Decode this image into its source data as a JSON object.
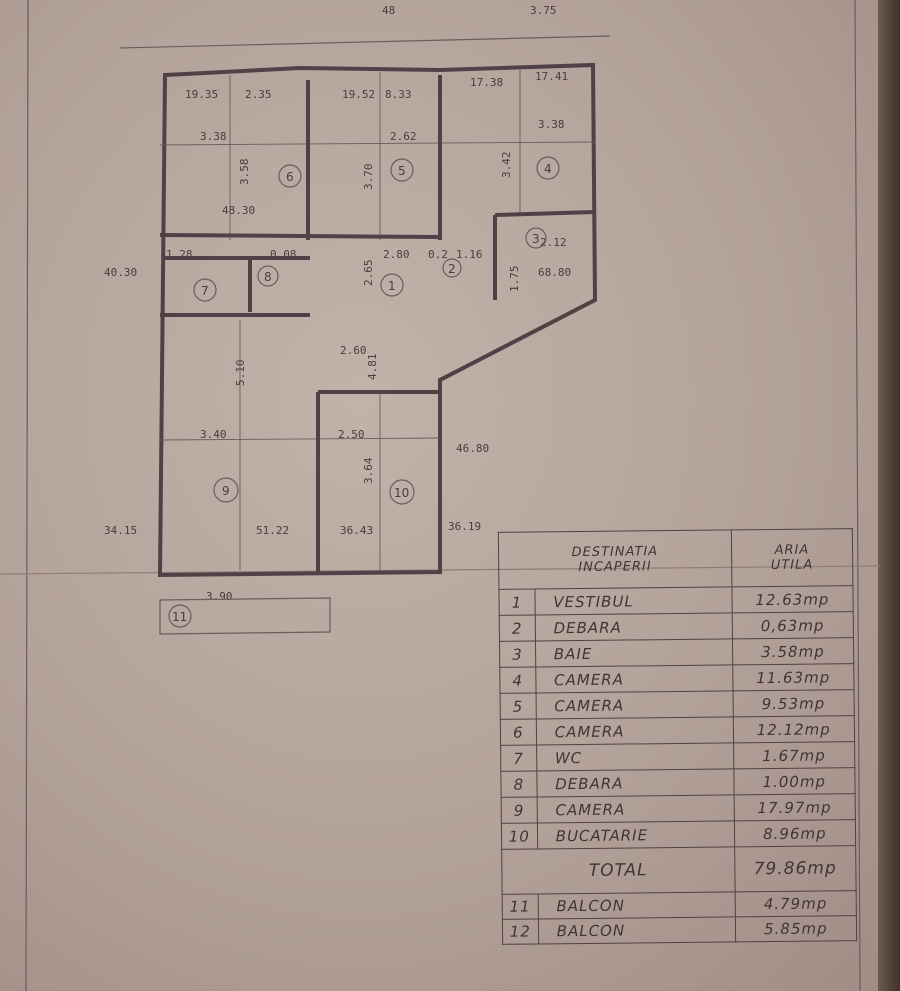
{
  "table": {
    "header": {
      "destination_line1": "DESTINATIA",
      "destination_line2": "INCAPERII",
      "area_line1": "ARIA",
      "area_line2": "UTILA"
    },
    "rooms": [
      {
        "no": "1",
        "name": "VESTIBUL",
        "area": "12.63mp"
      },
      {
        "no": "2",
        "name": "DEBARA",
        "area": "0,63mp"
      },
      {
        "no": "3",
        "name": "BAIE",
        "area": "3.58mp"
      },
      {
        "no": "4",
        "name": "CAMERA",
        "area": "11.63mp"
      },
      {
        "no": "5",
        "name": "CAMERA",
        "area": "9.53mp"
      },
      {
        "no": "6",
        "name": "CAMERA",
        "area": "12.12mp"
      },
      {
        "no": "7",
        "name": "WC",
        "area": "1.67mp"
      },
      {
        "no": "8",
        "name": "DEBARA",
        "area": "1.00mp"
      },
      {
        "no": "9",
        "name": "CAMERA",
        "area": "17.97mp"
      },
      {
        "no": "10",
        "name": "BUCATARIE",
        "area": "8.96mp"
      }
    ],
    "total_label": "TOTAL",
    "total_area": "79.86mp",
    "balconies": [
      {
        "no": "11",
        "name": "BALCON",
        "area": "4.79mp"
      },
      {
        "no": "12",
        "name": "BALCON",
        "area": "5.85mp"
      }
    ]
  },
  "plan": {
    "room_numbers": [
      "1",
      "2",
      "3",
      "4",
      "5",
      "6",
      "7",
      "8",
      "9",
      "10",
      "11"
    ],
    "dimensions": {
      "top_right": "3.75",
      "top_marker": "48",
      "r6_tl": "19.35",
      "r6_tr": "2.35",
      "r5_tl": "19.52",
      "r5_tr": "8.33",
      "r4_tl": "17.38",
      "r4_tr": "17.41",
      "r6_width": "3.38",
      "r6_height": "3.58",
      "r6_low": "48.30",
      "r5_width": "2.62",
      "r5_height": "3.70",
      "r4_width": "3.38",
      "r4_height": "3.42",
      "r3_width": "2.12",
      "r3_low": "68.80",
      "r3_side": "1.75",
      "left_mark": "40.30",
      "r7_mark": "1.28",
      "r8_width": "0.08",
      "vest_width": "2.80",
      "debara_w": "0.2",
      "debara_h": "1.16",
      "hall_width": "2.60",
      "hall_h": "4.81",
      "vest_h": "2.65",
      "r9_width": "3.40",
      "r9_height": "5.10",
      "r10_width": "2.50",
      "r10_height": "3.64",
      "right_mark": "46.80",
      "b9_left": "34.15",
      "b9_mid": "51.22",
      "b10_mid": "36.43",
      "b10_right": "36.19",
      "balcony_width": "3.90"
    }
  }
}
